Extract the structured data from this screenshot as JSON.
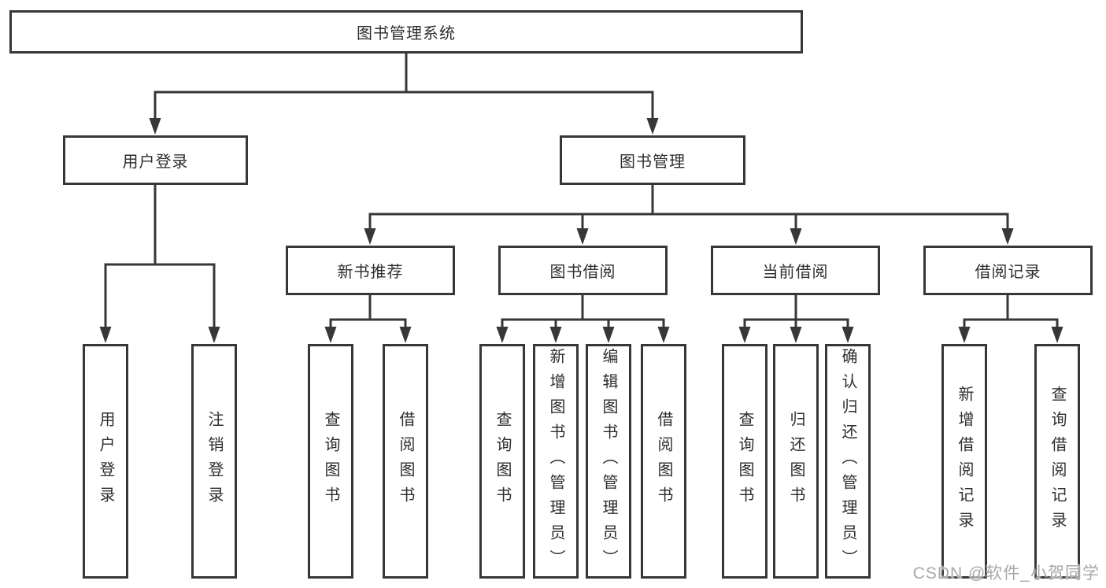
{
  "diagram": {
    "root": {
      "label": "图书管理系统"
    },
    "level2": [
      {
        "label": "用户登录"
      },
      {
        "label": "图书管理"
      }
    ],
    "level3": [
      {
        "label": "新书推荐"
      },
      {
        "label": "图书借阅"
      },
      {
        "label": "当前借阅"
      },
      {
        "label": "借阅记录"
      }
    ],
    "leaves": [
      {
        "label": "用户登录"
      },
      {
        "label": "注销登录"
      },
      {
        "label": "查询图书"
      },
      {
        "label": "借阅图书"
      },
      {
        "label": "查询图书"
      },
      {
        "label": "新增图书（管理员）"
      },
      {
        "label": "编辑图书（管理员）"
      },
      {
        "label": "借阅图书"
      },
      {
        "label": "查询图书"
      },
      {
        "label": "归还图书"
      },
      {
        "label": "确认归还（管理员）"
      },
      {
        "label": "新增借阅记录"
      },
      {
        "label": "查询借阅记录"
      }
    ]
  },
  "watermark": {
    "text": "CSDN @软件_小贺同学"
  },
  "colors": {
    "line": "#373737",
    "text": "#2e2e2e",
    "background": "#ffffff",
    "watermark": "#a8a8a8"
  }
}
